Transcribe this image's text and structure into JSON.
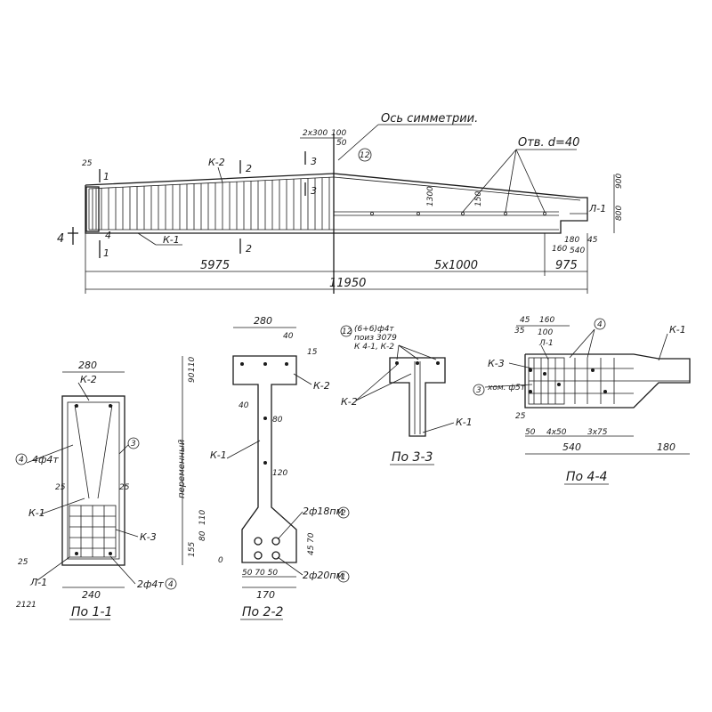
{
  "top_view": {
    "axis_label": "Ось симметрии.",
    "holes_label": "Отв. d=40",
    "k2": "К-2",
    "k1": "К-1",
    "l1": "Л-1",
    "sec1": "1",
    "sec2": "2",
    "sec3": "3",
    "mark4": "4",
    "pos12": "12",
    "dim_2x300": "2х300",
    "dim_100": "100",
    "dim_50": "50",
    "dim_25": "25",
    "dim_1300": "1300",
    "dim_150": "150",
    "dim_900": "900",
    "dim_800": "800",
    "dim_180": "180",
    "dim_45": "45",
    "dim_540": "540",
    "dim_160": "160",
    "dim_5975": "5975",
    "dim_5x1000": "5х1000",
    "dim_975": "975",
    "dim_11950": "11950"
  },
  "section_1": {
    "title": "По 1-1",
    "dim_top": "280",
    "dim_bottom": "240",
    "k2": "К-2",
    "k1": "К-1",
    "k3": "К-3",
    "l1": "Л-1",
    "bar_top": "4ф4т",
    "bar_bottom": "2ф4т",
    "pos3": "3",
    "pos4a": "4",
    "pos4b": "4",
    "d25a": "25",
    "d25b": "25",
    "d25c": "25",
    "stamp": "2121"
  },
  "section_2": {
    "title": "По 2-2",
    "dim_top": "280",
    "dim_40": "40",
    "dim_15": "15",
    "dim_90": "90",
    "dim_110": "110",
    "dim_40b": "40",
    "dim_80": "80",
    "dim_120": "120",
    "dim_var": "переменный",
    "dim_155": "155",
    "dim_80b": "80",
    "dim_110b": "110",
    "dim_50_70": "50 70 50",
    "dim_170": "170",
    "dim_45": "45",
    "dim_70": "70",
    "k1": "К-1",
    "k2": "К-2",
    "bar_a": "2ф18пм",
    "bar_b": "2ф20пм",
    "pos1": "1",
    "pos2": "2",
    "zero": "0"
  },
  "section_3": {
    "title": "По 3-3",
    "note": "(6+6)ф4т",
    "note2": "поиз 3079",
    "note3": "К 4-1, К-2",
    "k2": "К-2",
    "k1": "К-1",
    "pos12": "12"
  },
  "section_4": {
    "title": "По 4-4",
    "dim_45": "45",
    "dim_160": "160",
    "dim_35": "35",
    "dim_100": "100",
    "dim_25": "25",
    "dim_50": "50",
    "dim_4x50": "4х50",
    "dim_3x75": "3х75",
    "dim_540": "540",
    "dim_180": "180",
    "k3": "К-3",
    "k1": "К-1",
    "l1": "Л-1",
    "anchor": "хом. ф5т",
    "pos3": "3",
    "pos4": "4"
  }
}
